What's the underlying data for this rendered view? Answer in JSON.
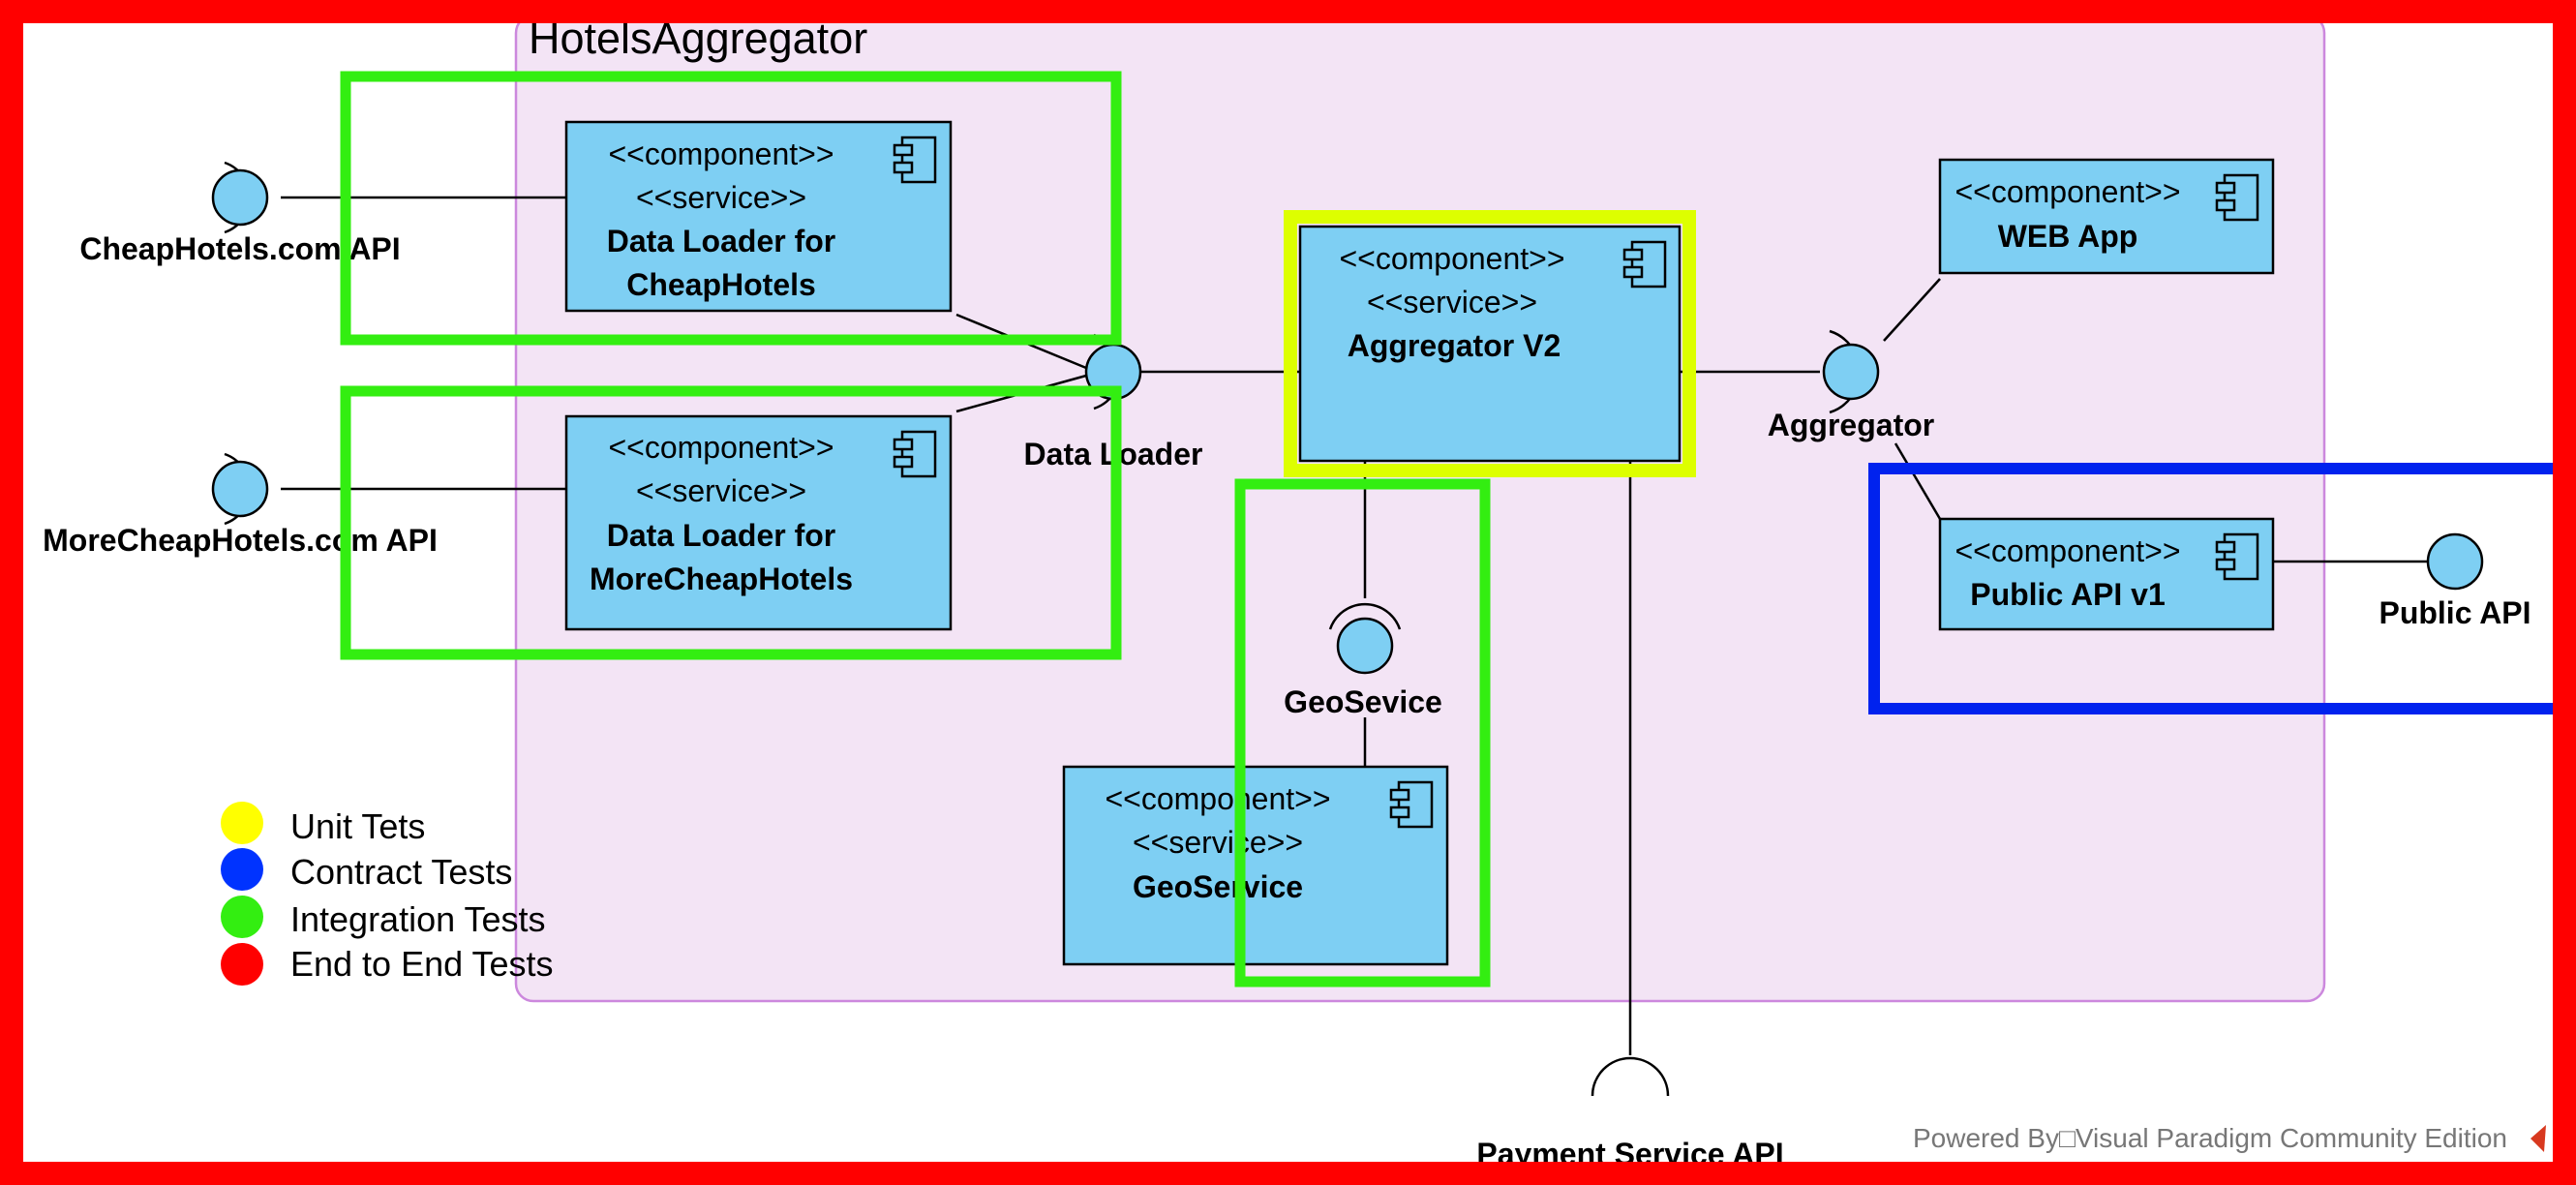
{
  "package": {
    "title": "HotelsAggregator"
  },
  "stereotypes": {
    "component": "<<component>>",
    "service": "<<service>>"
  },
  "components": {
    "loader_cheap": {
      "name_line1": "Data Loader for",
      "name_line2": "CheapHotels"
    },
    "loader_more": {
      "name_line1": "Data Loader for",
      "name_line2": "MoreCheapHotels"
    },
    "aggregator_v2": {
      "name": "Aggregator V2"
    },
    "web_app": {
      "name": "WEB App"
    },
    "public_api_v1": {
      "name": "Public API v1"
    },
    "geoservice": {
      "name": "GeoService"
    }
  },
  "interfaces": {
    "cheaphotels_api": "CheapHotels.com API",
    "morecheaphotels_api": "MoreCheapHotels.com API",
    "data_loader": "Data Loader",
    "aggregator": "Aggregator",
    "public_api": "Public API",
    "geosevice": "GeoSevice",
    "payment_service_api": "Payment Service API"
  },
  "legend": [
    {
      "label": "Unit Tets",
      "color": "#ffff00"
    },
    {
      "label": "Contract Tests",
      "color": "#0033ff"
    },
    {
      "label": "Integration Tests",
      "color": "#33ee11"
    },
    {
      "label": "End to End Tests",
      "color": "#ff0000"
    }
  ],
  "highlight_colors": {
    "unit": "#ddff00",
    "contract": "#0022ee",
    "integration": "#33ee11",
    "end_to_end": "#ff0000"
  },
  "package_colors": {
    "fill": "#f3e4f5",
    "stroke": "#cc88dd"
  },
  "component_fill": "#7ecff3",
  "footer": {
    "powered_by": "Powered By□Visual Paradigm Community Edition"
  }
}
